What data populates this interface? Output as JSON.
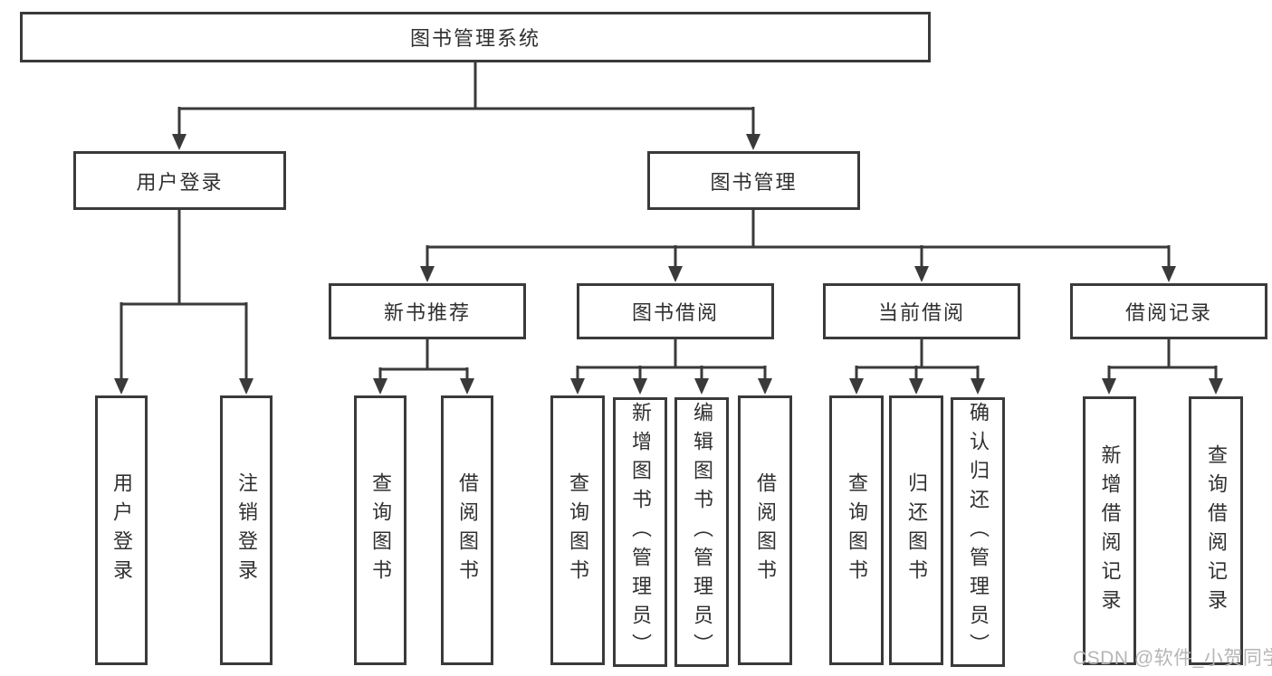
{
  "tree": {
    "root": {
      "label": "图书管理系统"
    },
    "branches": [
      {
        "label": "用户登录",
        "children": [
          {
            "label": "用户登录"
          },
          {
            "label": "注销登录"
          }
        ]
      },
      {
        "label": "图书管理",
        "children": [
          {
            "label": "新书推荐",
            "children": [
              {
                "label": "查询图书"
              },
              {
                "label": "借阅图书"
              }
            ]
          },
          {
            "label": "图书借阅",
            "children": [
              {
                "label": "查询图书"
              },
              {
                "label": "新增图书（管理员）"
              },
              {
                "label": "编辑图书（管理员）"
              },
              {
                "label": "借阅图书"
              }
            ]
          },
          {
            "label": "当前借阅",
            "children": [
              {
                "label": "查询图书"
              },
              {
                "label": "归还图书"
              },
              {
                "label": "确认归还（管理员）"
              }
            ]
          },
          {
            "label": "借阅记录",
            "children": [
              {
                "label": "新增借阅记录"
              },
              {
                "label": "查询借阅记录"
              }
            ]
          }
        ]
      }
    ]
  },
  "watermark": {
    "text": "CSDN @软件_小贺同学"
  },
  "colors": {
    "line": "#3a3a3a",
    "text": "#303030",
    "background": "#ffffff",
    "watermark": "#b6b6b6"
  }
}
